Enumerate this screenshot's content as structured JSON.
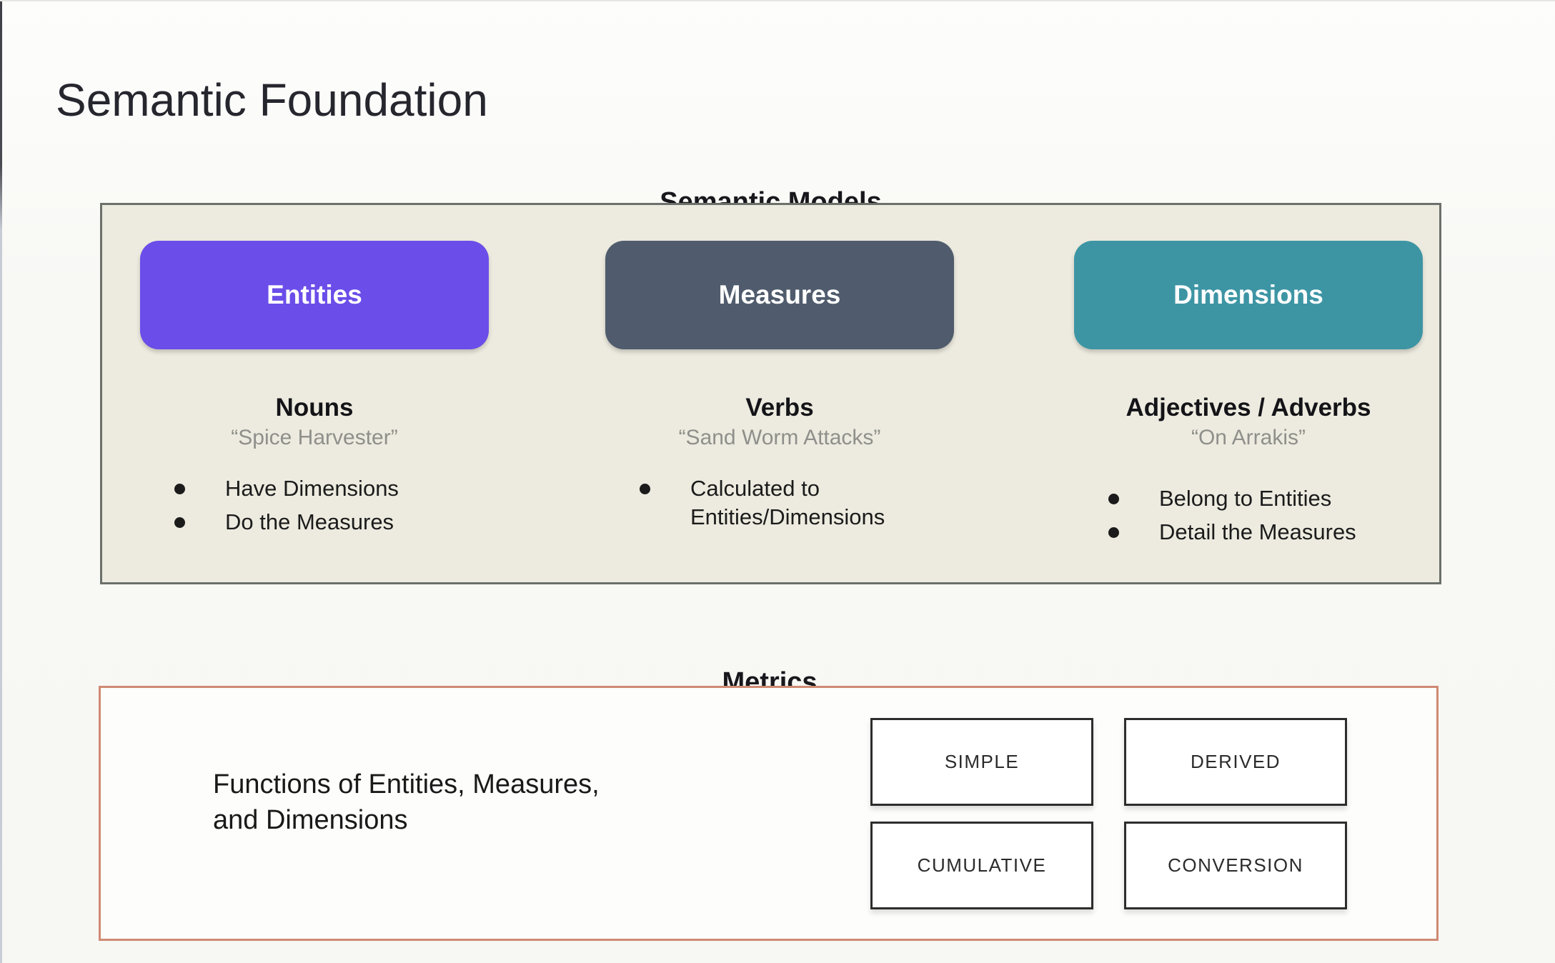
{
  "slide": {
    "title": "Semantic Foundation"
  },
  "semantic_models": {
    "heading": "Semantic Models",
    "box_bg": "#edebdf",
    "columns": [
      {
        "pill": "Entities",
        "pill_color": "#6b4de9",
        "role": "Nouns",
        "example": "“Spice Harvester”",
        "bullets": [
          "Have Dimensions",
          "Do the Measures"
        ]
      },
      {
        "pill": "Measures",
        "pill_color": "#505c6d",
        "role": "Verbs",
        "example": "“Sand Worm Attacks”",
        "bullets": [
          "Calculated to Entities/Dimensions"
        ]
      },
      {
        "pill": "Dimensions",
        "pill_color": "#3d95a4",
        "role": "Adjectives / Adverbs",
        "example": "“On Arrakis”",
        "bullets": [
          "Belong to Entities",
          "Detail the Measures"
        ]
      }
    ]
  },
  "metrics": {
    "heading": "Metrics",
    "description_line1": "Functions of Entities, Measures,",
    "description_line2": "and Dimensions",
    "border_color": "#cf8a72",
    "types": [
      "SIMPLE",
      "DERIVED",
      "CUMULATIVE",
      "CONVERSION"
    ]
  }
}
